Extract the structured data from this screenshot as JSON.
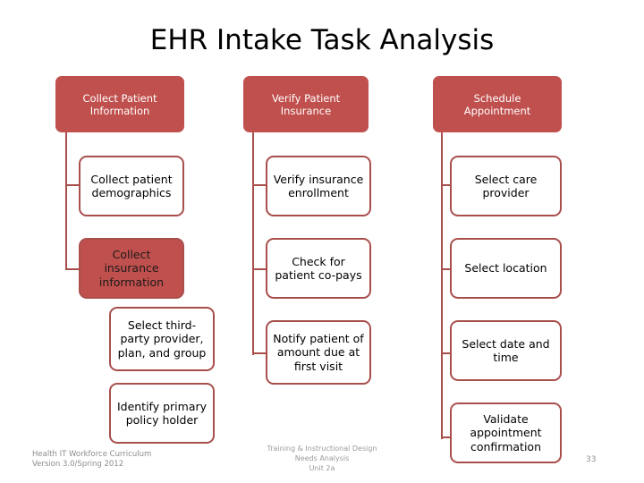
{
  "slide": {
    "title": "EHR Intake Task Analysis",
    "number": "33",
    "background_color": "#FFFFFF",
    "accent_color": "#C0504D",
    "border_color": "#A84F4C",
    "footer_text_color": "#8C8C8C"
  },
  "columns": [
    {
      "header": "Collect Patient Information",
      "nodes": [
        {
          "label": "Collect patient demographics",
          "style": "outline",
          "level": 2
        },
        {
          "label": "Collect insurance information",
          "style": "filled",
          "level": 2
        },
        {
          "label": "Select third-party provider, plan, and group",
          "style": "outline",
          "level": 3
        },
        {
          "label": "Identify primary policy holder",
          "style": "outline",
          "level": 3
        }
      ]
    },
    {
      "header": "Verify Patient Insurance",
      "nodes": [
        {
          "label": "Verify insurance enrollment",
          "style": "outline",
          "level": 2
        },
        {
          "label": "Check for patient co-pays",
          "style": "outline",
          "level": 2
        },
        {
          "label": "Notify patient of amount due at first visit",
          "style": "outline",
          "level": 2
        }
      ]
    },
    {
      "header": "Schedule Appointment",
      "nodes": [
        {
          "label": "Select care provider",
          "style": "outline",
          "level": 2
        },
        {
          "label": "Select location",
          "style": "outline",
          "level": 2
        },
        {
          "label": "Select date and time",
          "style": "outline",
          "level": 2
        },
        {
          "label": "Validate appointment confirmation",
          "style": "outline",
          "level": 2
        }
      ]
    }
  ],
  "footer": {
    "left": "Health IT Workforce Curriculum\nVersion 3.0/Spring 2012",
    "center": "Training & Instructional Design\nNeeds Analysis\nUnit 2a"
  }
}
